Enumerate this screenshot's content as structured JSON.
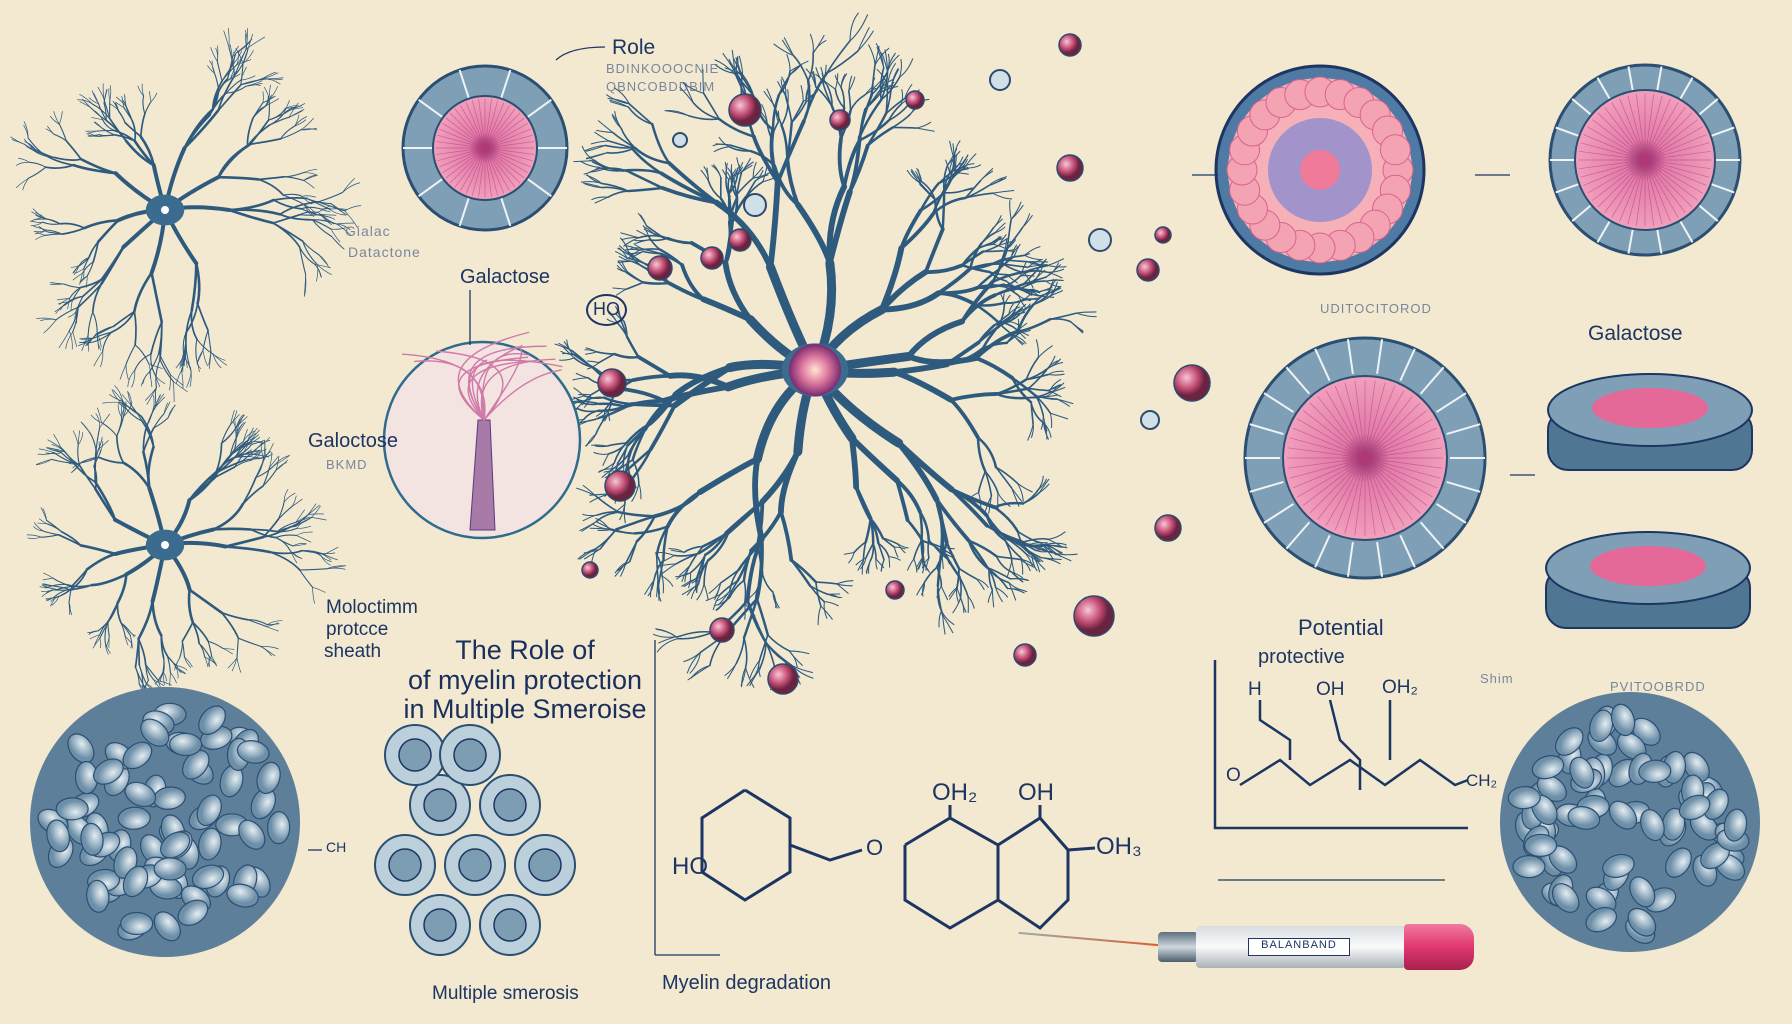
{
  "colors": {
    "background": "#f2e9d0",
    "ink": "#1d3562",
    "neuron": "#2e5a7e",
    "pink": "#d9628f",
    "ring": "#7e9fb5"
  },
  "title": {
    "line1": "The Role of",
    "line2": "of myelin protection",
    "line3": "in Multiple Smeroise"
  },
  "labels": {
    "role": "Role",
    "role_sub1": "BDINKOOOCNIE",
    "role_sub2": "QBNCOBDDBIM",
    "galactose_top": "Galactose",
    "galactose_faint1": "Gialac",
    "galactose_faint2": "Datactone",
    "galactose_right": "Galactose",
    "galoctose": "Galoctose",
    "galoctose_sub": "BKMD",
    "sheath1": "Moloctimm",
    "sheath2": "protcce",
    "sheath3": "sheath",
    "ho_circle": "HO",
    "ring_caption": "UDITOCITOROD",
    "potential1": "Potential",
    "potential2": "protective",
    "faint_right1": "Shim",
    "faint_right2": "PVITOOBRDD",
    "multiple_smerosis": "Multiple smerosis",
    "myelin_degradation": "Myelin degradation",
    "ch_left": "CH",
    "syringe_label": "BALANBAND"
  },
  "chem": {
    "ho": "HO",
    "oh2": "OH₂",
    "oh": "OH",
    "oh3": "OH₃",
    "o": "O",
    "h_right": "H",
    "oh_right": "OH",
    "oh2_right": "OH₂",
    "o_right": "O",
    "ch2_right": "CH₂"
  }
}
